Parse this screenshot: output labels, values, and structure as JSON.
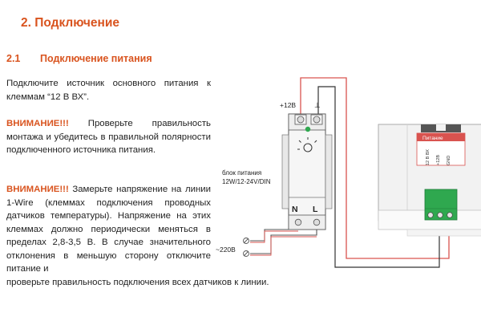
{
  "section": {
    "number_title": "2. Подключение"
  },
  "subsection": {
    "number": "2.1",
    "title": "Подключение питания"
  },
  "paragraphs": {
    "p1": "Подключите источник основного питания к клеммам “12 В ВХ”.",
    "p2_warn": "ВНИМАНИЕ!!!",
    "p2": " Проверьте правильность монтажа и убедитесь в правильной полярности подключенного источника питания.",
    "p3_warn": "ВНИМАНИЕ!!!",
    "p3": " Замерьте напряжение на линии 1-Wire (клеммах подключения проводных датчиков температуры). Напряжение на этих клеммах должно периодически меняться в пределах 2,8-3,5 В. В случае значительного отклонения в меньшую сторону отключите питание и",
    "p3_tail": "проверьте правильность подключения всех датчиков к линии."
  },
  "diagram": {
    "plus12": "+12В",
    "ground": "⊥",
    "psu_label_line1": "блок питания",
    "psu_label_line2": "12W/12-24V/DIN",
    "terminal_n": "N",
    "terminal_l": "L",
    "mains": "~220В",
    "device_header": "Питание",
    "device_terminals": [
      "12 В ВХ",
      "+12В",
      "GND"
    ],
    "colors": {
      "red_wire": "#d9534f",
      "dark_wire": "#333333",
      "terminal_green": "#2fa84f",
      "accent": "#d9541f"
    }
  }
}
